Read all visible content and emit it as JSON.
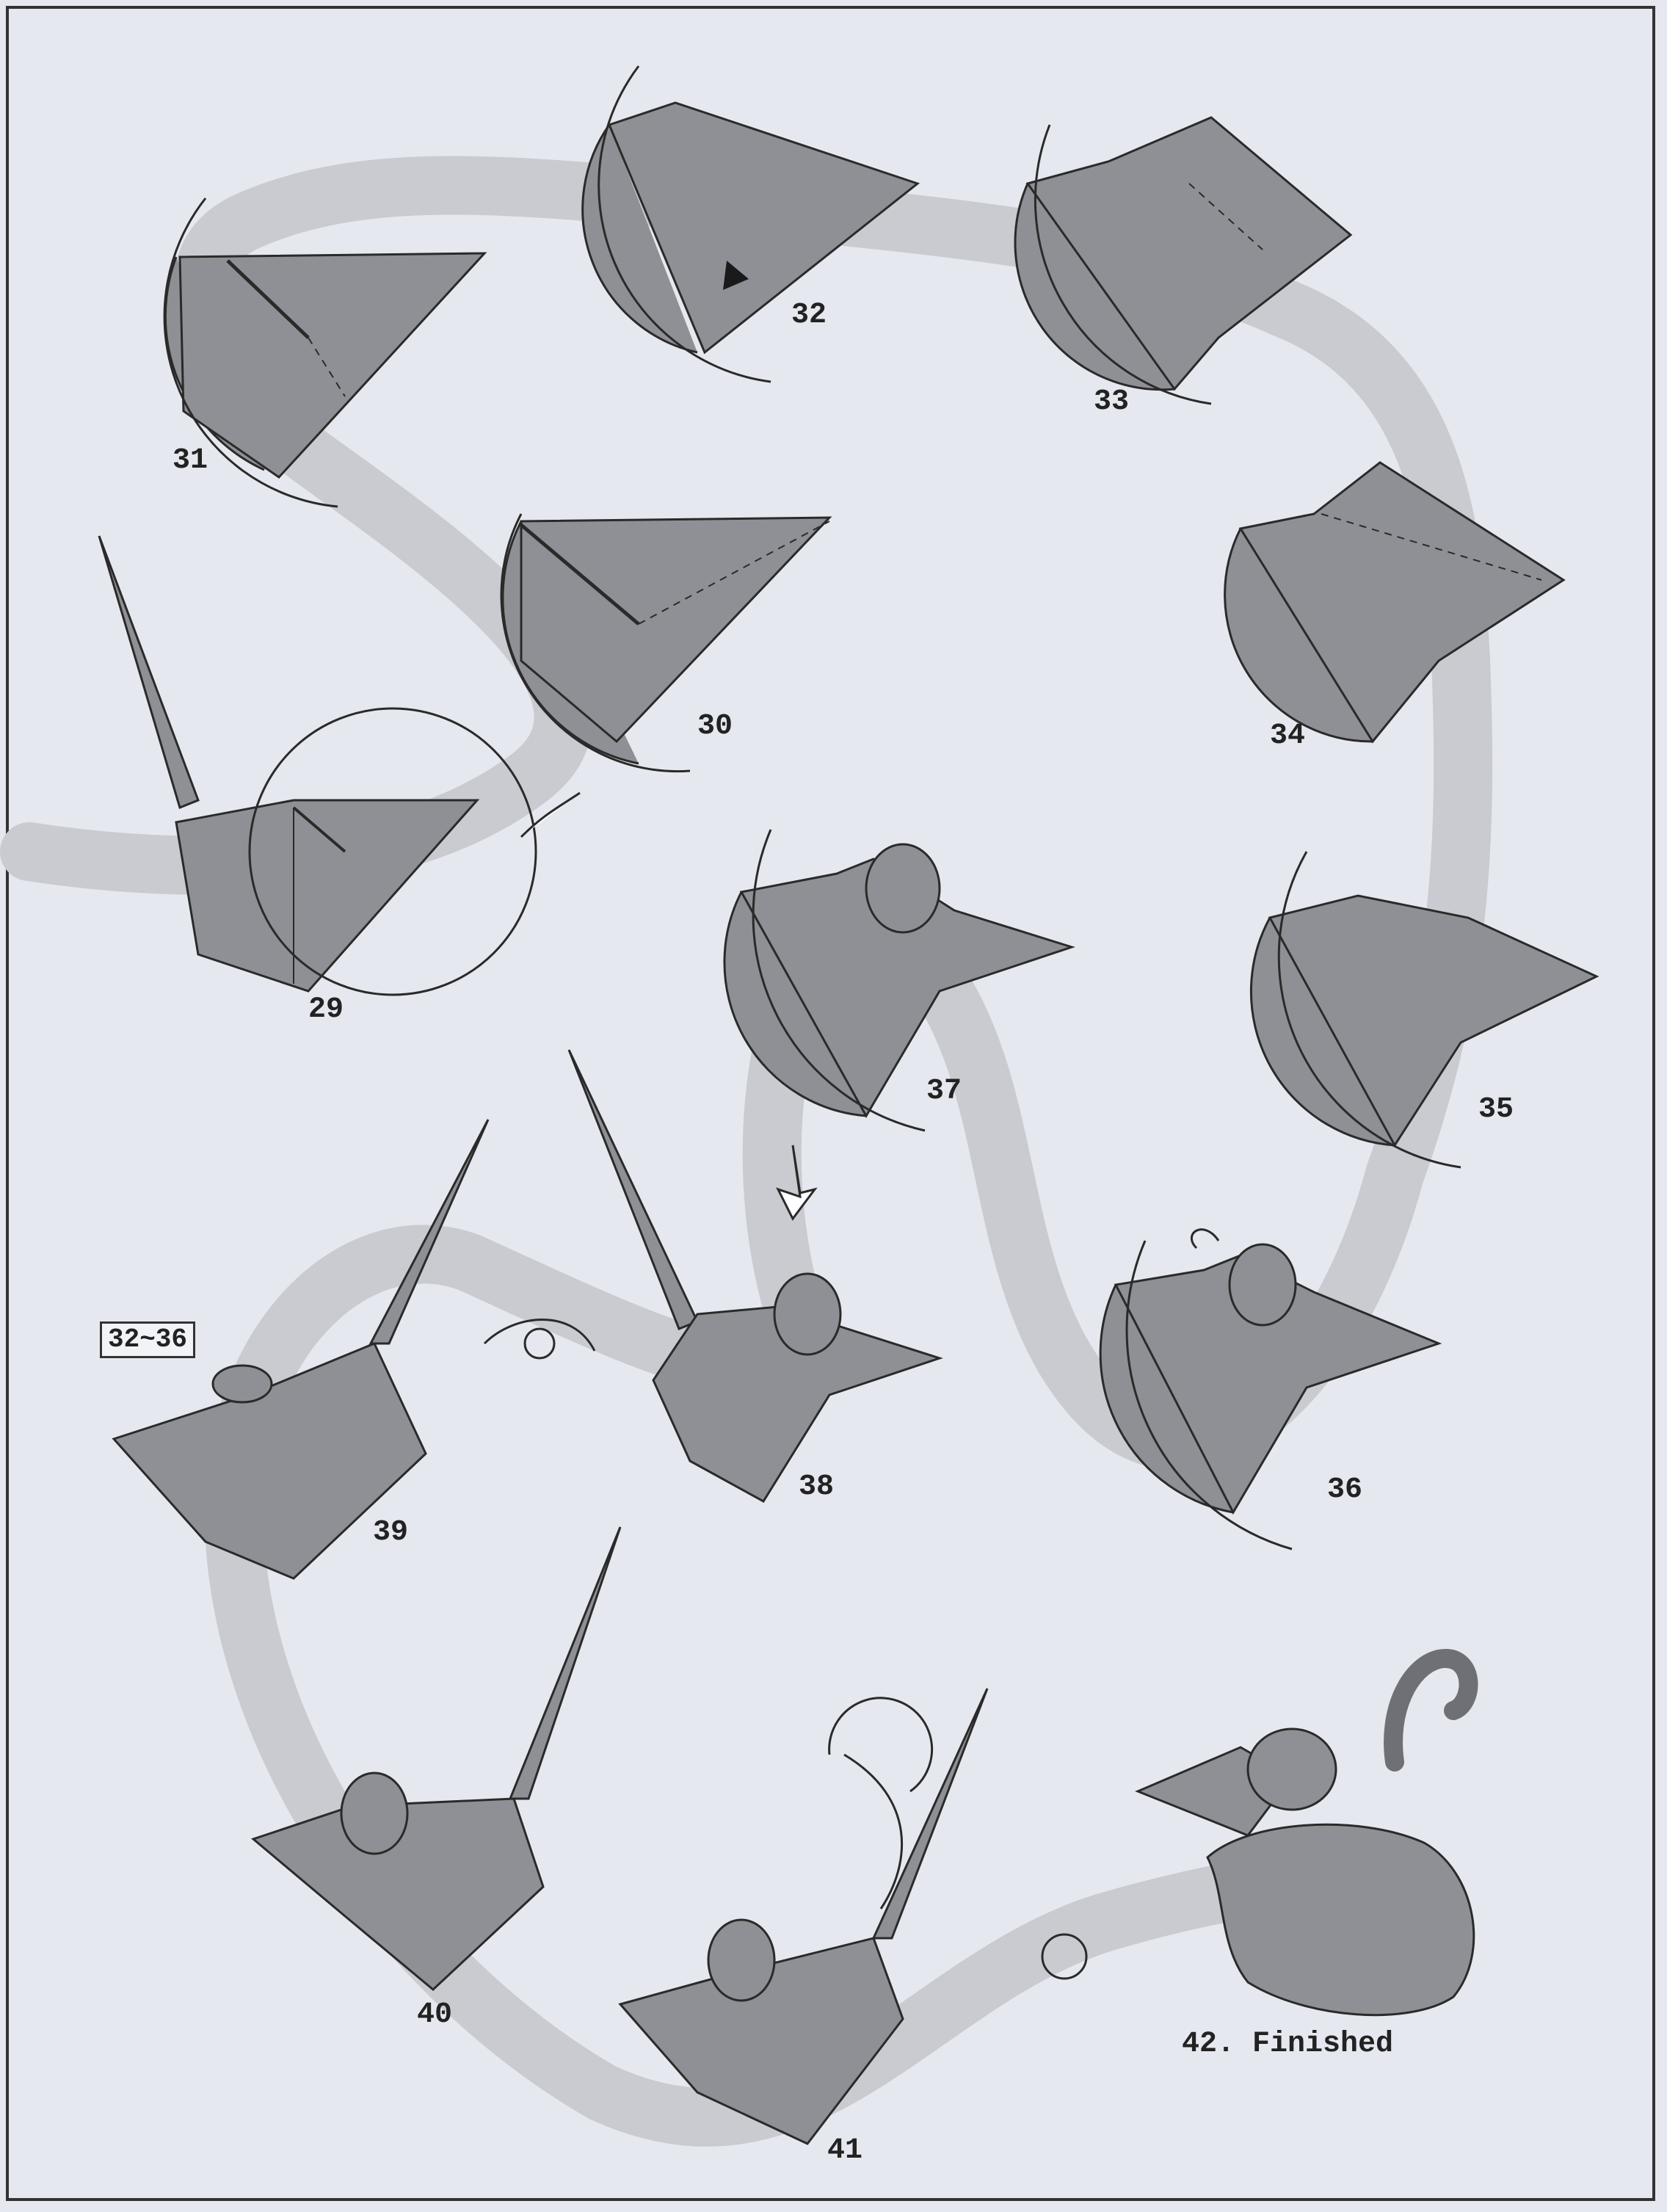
{
  "colors": {
    "background": "#e6e8ef",
    "path": "#c9cbd1",
    "paper": "#8f9095",
    "paper_dark": "#6f7075",
    "outline": "#2a2a2a"
  },
  "steps": [
    {
      "id": "29",
      "label": "29"
    },
    {
      "id": "30",
      "label": "30"
    },
    {
      "id": "31",
      "label": "31"
    },
    {
      "id": "32",
      "label": "32"
    },
    {
      "id": "33",
      "label": "33"
    },
    {
      "id": "34",
      "label": "34"
    },
    {
      "id": "35",
      "label": "35"
    },
    {
      "id": "36",
      "label": "36"
    },
    {
      "id": "37",
      "label": "37"
    },
    {
      "id": "38",
      "label": "38"
    },
    {
      "id": "39",
      "label": "39",
      "note": "32~36"
    },
    {
      "id": "40",
      "label": "40"
    },
    {
      "id": "41",
      "label": "41"
    },
    {
      "id": "42",
      "label": "42. Finished"
    }
  ],
  "symbols": {
    "turn_over": "rotate-over-icon",
    "rotate": "rotate-icon",
    "zoom": "zoom-arrow-icon",
    "next": "next-arrow-icon"
  }
}
